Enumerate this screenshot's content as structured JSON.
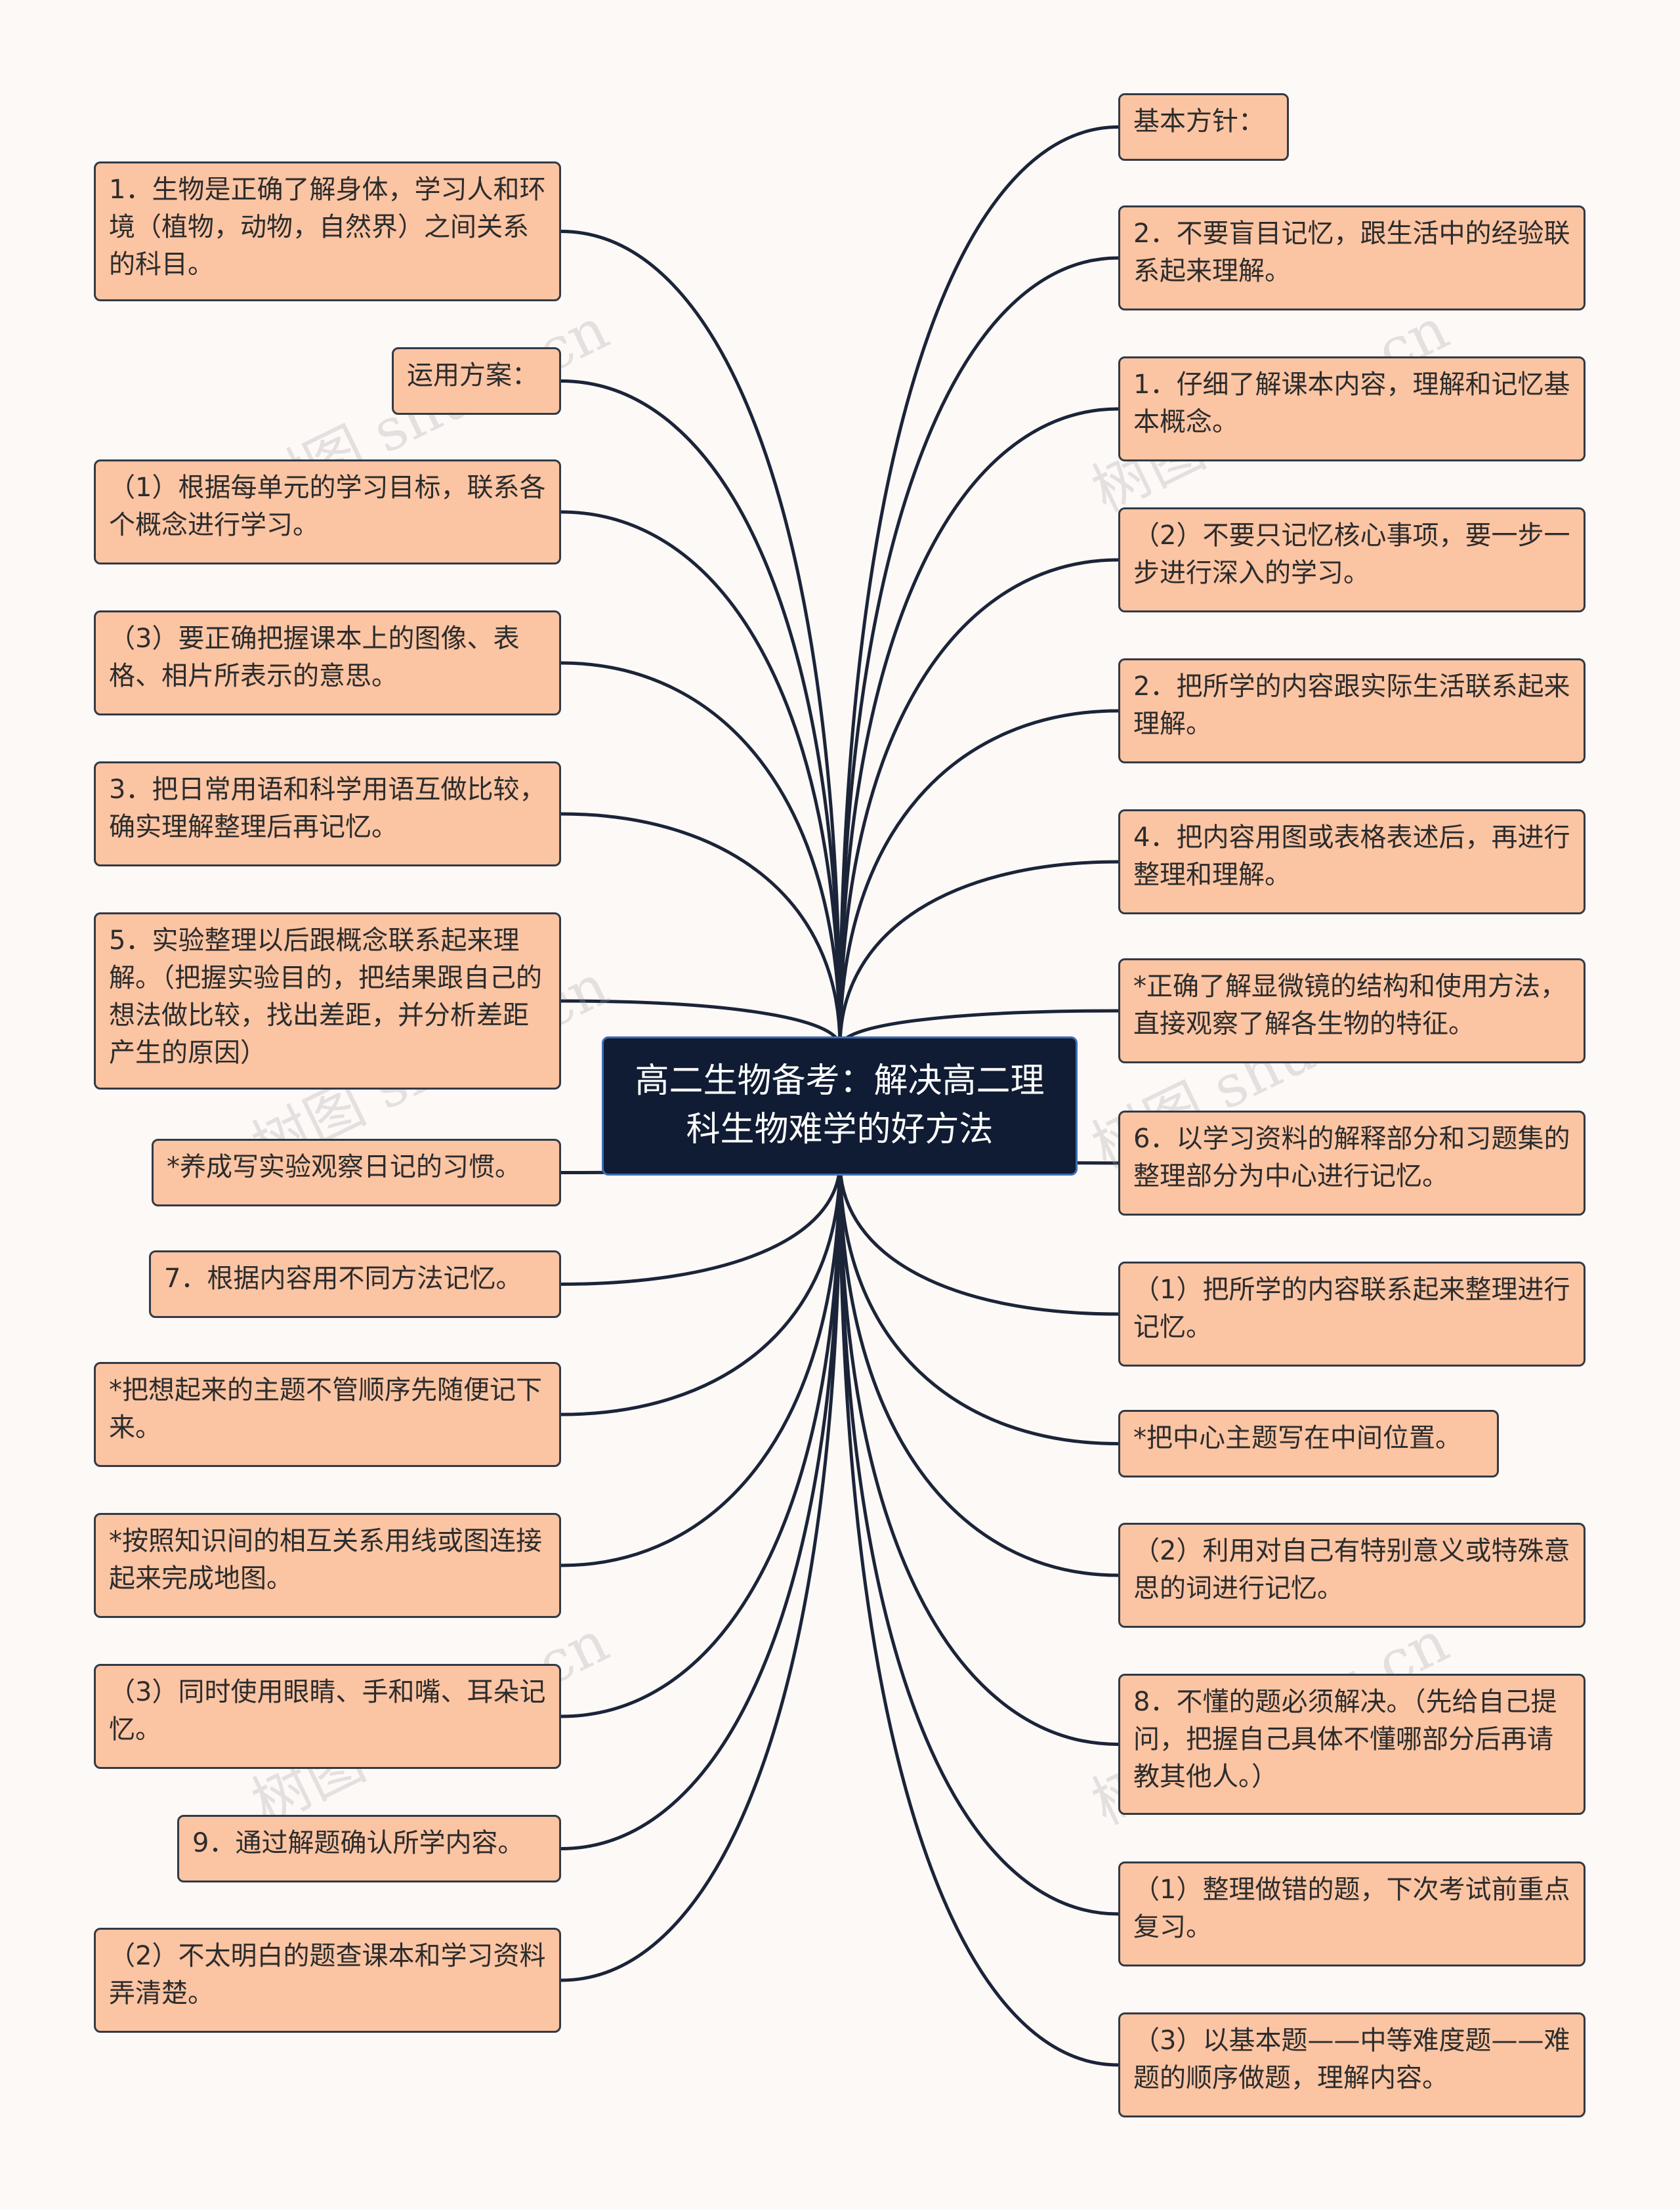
{
  "root": {
    "title": "高二生物备考：解决高二理科生物难学的好方法"
  },
  "left_nodes": [
    "1．生物是正确了解身体，学习人和环境（植物，动物，自然界）之间关系的科目。",
    "运用方案：",
    "（1）根据每单元的学习目标，联系各个概念进行学习。",
    "（3）要正确把握课本上的图像、表格、相片所表示的意思。",
    "3．把日常用语和科学用语互做比较，确实理解整理后再记忆。",
    "5．实验整理以后跟概念联系起来理解。（把握实验目的，把结果跟自己的想法做比较，找出差距，并分析差距产生的原因）",
    "*养成写实验观察日记的习惯。",
    "7．根据内容用不同方法记忆。",
    "*把想起来的主题不管顺序先随便记下来。",
    "*按照知识间的相互关系用线或图连接起来完成地图。",
    "（3）同时使用眼睛、手和嘴、耳朵记忆。",
    "9．通过解题确认所学内容。",
    "（2）不太明白的题查课本和学习资料弄清楚。"
  ],
  "right_nodes": [
    "基本方针：",
    "2．不要盲目记忆，跟生活中的经验联系起来理解。",
    "1．仔细了解课本内容，理解和记忆基本概念。",
    "（2）不要只记忆核心事项，要一步一步进行深入的学习。",
    "2．把所学的内容跟实际生活联系起来理解。",
    "4．把内容用图或表格表述后，再进行整理和理解。",
    "*正确了解显微镜的结构和使用方法，直接观察了解各生物的特征。",
    "6．以学习资料的解释部分和习题集的整理部分为中心进行记忆。",
    "（1）把所学的内容联系起来整理进行记忆。",
    "*把中心主题写在中间位置。",
    "（2）利用对自己有特别意义或特殊意思的词进行记忆。",
    "8．不懂的题必须解决。（先给自己提问，把握自己具体不懂哪部分后再请教其他人。）",
    "（1）整理做错的题，下次考试前重点复习。",
    "（3）以基本题——中等难度题——难题的顺序做题，理解内容。"
  ],
  "watermark": "树图 shutu.cn",
  "colors": {
    "background": "#fdf9f7",
    "node_fill": "#fbc4a3",
    "node_border": "#333a44",
    "root_fill": "#0f1c33",
    "root_border": "#3f6db3",
    "link": "#1b2438"
  }
}
